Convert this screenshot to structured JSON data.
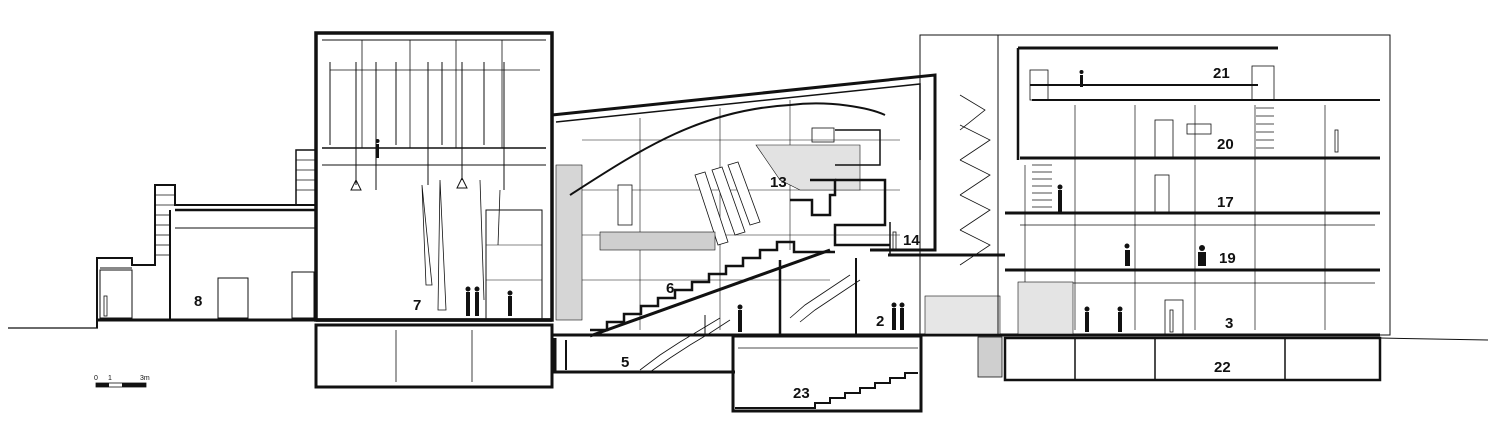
{
  "room_labels": [
    {
      "id": "r8",
      "text": "8"
    },
    {
      "id": "r7",
      "text": "7"
    },
    {
      "id": "r6",
      "text": "6"
    },
    {
      "id": "r5",
      "text": "5"
    },
    {
      "id": "r13",
      "text": "13"
    },
    {
      "id": "r14",
      "text": "14"
    },
    {
      "id": "r2",
      "text": "2"
    },
    {
      "id": "r23",
      "text": "23"
    },
    {
      "id": "r21",
      "text": "21"
    },
    {
      "id": "r20",
      "text": "20"
    },
    {
      "id": "r17",
      "text": "17"
    },
    {
      "id": "r19",
      "text": "19"
    },
    {
      "id": "r3",
      "text": "3"
    },
    {
      "id": "r22",
      "text": "22"
    }
  ],
  "scale_bar": {
    "t0": "0",
    "t1": "1",
    "t3": "3m"
  }
}
